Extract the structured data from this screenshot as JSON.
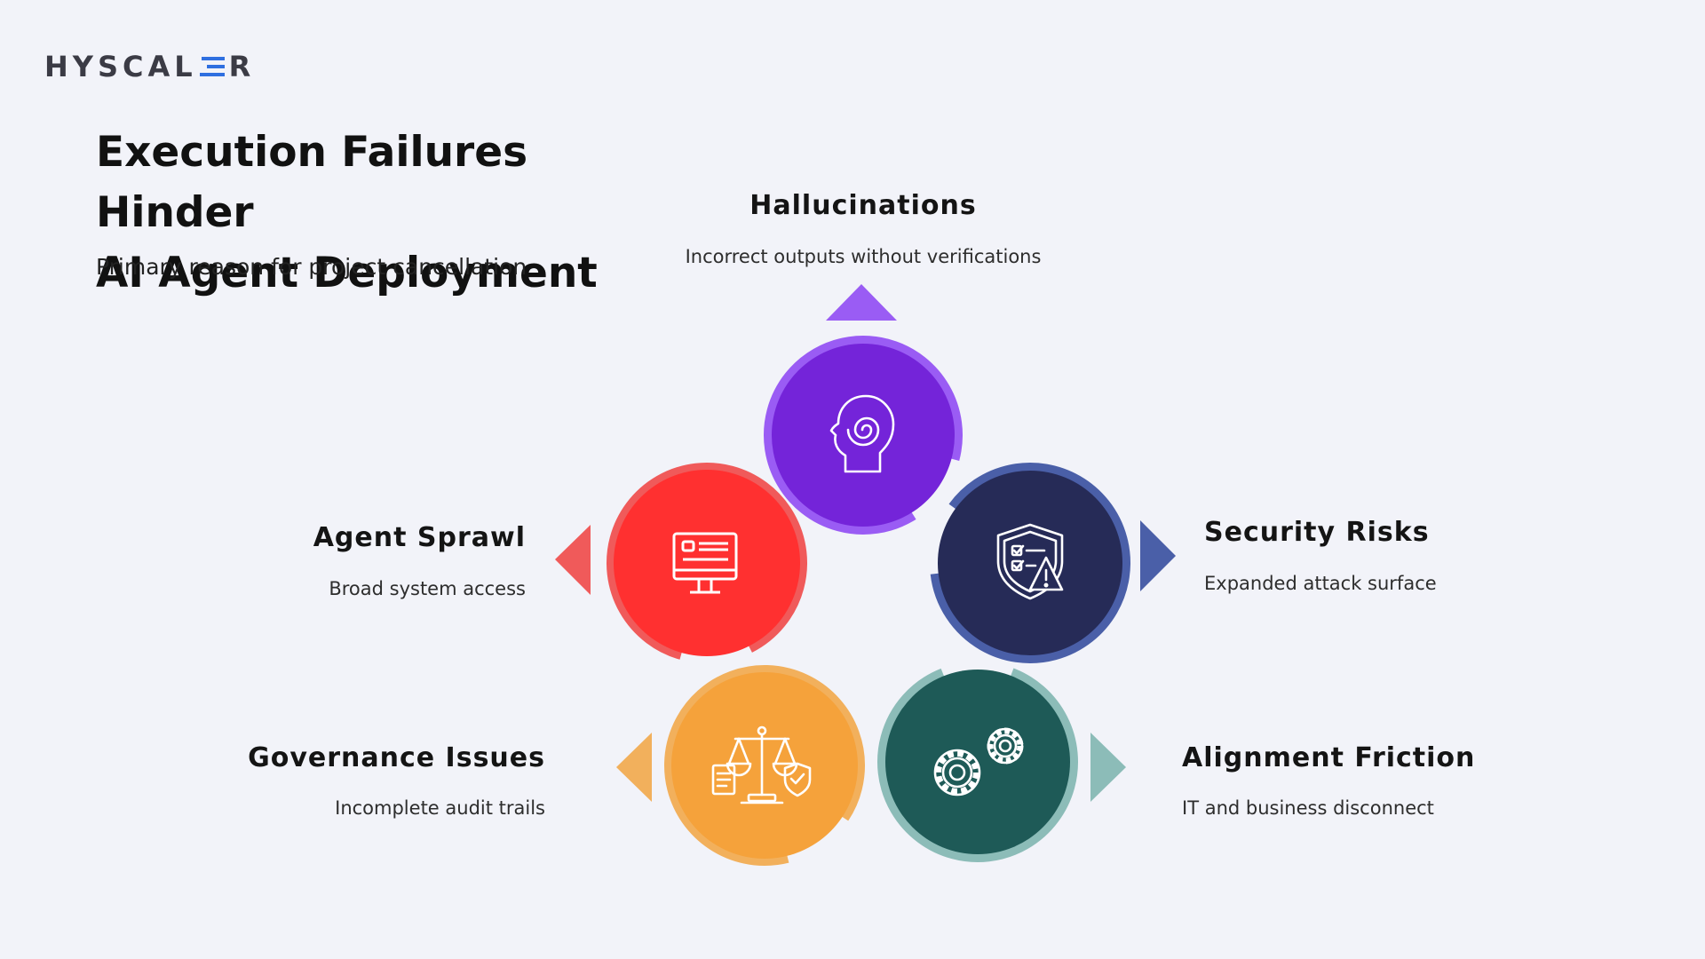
{
  "brand": {
    "logo_left": "HYSCAL",
    "logo_right": "R"
  },
  "heading": {
    "title_line1": "Execution Failures Hinder",
    "title_line2": "AI Agent Deployment",
    "subtitle": "Primary reason for project cancellation"
  },
  "factors": [
    {
      "label": "Hallucinations",
      "desc": "Incorrect outputs without verifications",
      "color": "#7424d9",
      "ring": "#9a5cf4",
      "icon": "brain-spiral-icon"
    },
    {
      "label": "Agent Sprawl",
      "desc": "Broad system access",
      "color": "#ff3030",
      "ring": "#f05a5a",
      "icon": "monitor-icon"
    },
    {
      "label": "Security Risks",
      "desc": "Expanded attack surface",
      "color": "#262b57",
      "ring": "#4a5fa8",
      "icon": "shield-warning-icon"
    },
    {
      "label": "Governance Issues",
      "desc": "Incomplete audit trails",
      "color": "#f5a23b",
      "ring": "#f2b05c",
      "icon": "scales-icon"
    },
    {
      "label": "Alignment Friction",
      "desc": "IT and business disconnect",
      "color": "#1e5a57",
      "ring": "#8cbcb8",
      "icon": "gears-icon"
    }
  ]
}
